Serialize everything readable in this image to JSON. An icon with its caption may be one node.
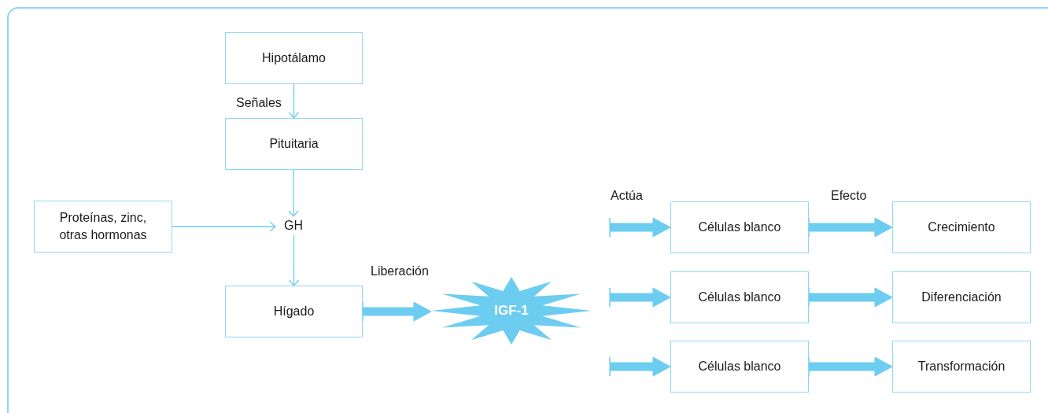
{
  "diagram": {
    "nodes": [
      {
        "text": [
          "Hipotálamo"
        ]
      },
      {
        "text": [
          "Pituitaria"
        ]
      },
      {
        "text": [
          "Proteínas, zinc, otras hormonas"
        ]
      },
      {
        "text": [
          "GH"
        ]
      },
      {
        "text": [
          "Hígado"
        ]
      },
      {
        "text": [
          "IGF-1"
        ]
      },
      {
        "text": [
          "Células blanco"
        ]
      },
      {
        "text": [
          "Células blanco"
        ]
      },
      {
        "text": [
          "Células blanco"
        ]
      },
      {
        "text": [
          "Crecimiento"
        ]
      },
      {
        "text": [
          "Diferenciación"
        ]
      },
      {
        "text": [
          "Transformación"
        ]
      }
    ],
    "edges": [
      {
        "from": 0,
        "to": 1,
        "arrow": "to",
        "label": "Señales"
      },
      {
        "from": 1,
        "to": 3,
        "arrow": "to"
      },
      {
        "from": 2,
        "to": 3,
        "arrow": "to"
      },
      {
        "from": 3,
        "to": 4,
        "arrow": "to"
      },
      {
        "from": 4,
        "to": 5,
        "arrow": "to",
        "style": "thick",
        "label": "Liberación"
      },
      {
        "from": null,
        "to": 6,
        "arrow": "to",
        "style": "thick",
        "label": "Actúa"
      },
      {
        "from": null,
        "to": 7,
        "arrow": "to",
        "style": "thick"
      },
      {
        "from": null,
        "to": 8,
        "arrow": "to",
        "style": "thick"
      },
      {
        "from": 6,
        "to": 9,
        "arrow": "to",
        "style": "thick",
        "label": "Efecto"
      },
      {
        "from": 7,
        "to": 10,
        "arrow": "to",
        "style": "thick"
      },
      {
        "from": 8,
        "to": 11,
        "arrow": "to",
        "style": "thick"
      }
    ]
  }
}
